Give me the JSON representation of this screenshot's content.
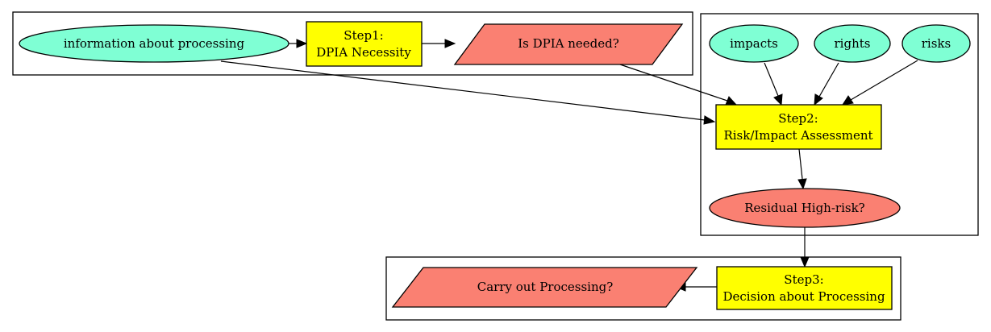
{
  "colors": {
    "data_node": "#7fffd4",
    "step_node": "#ffff00",
    "decision_node": "#fa8072",
    "stroke": "#000000",
    "background": "#ffffff"
  },
  "nodes": {
    "info": {
      "label": "information about processing"
    },
    "step1": {
      "line1": "Step1:",
      "line2": "DPIA Necessity"
    },
    "dpia_needed": {
      "label": "Is DPIA needed?"
    },
    "impacts": {
      "label": "impacts"
    },
    "rights": {
      "label": "rights"
    },
    "risks": {
      "label": "risks"
    },
    "step2": {
      "line1": "Step2:",
      "line2": "Risk/Impact Assessment"
    },
    "residual": {
      "label": "Residual High-risk?"
    },
    "step3": {
      "line1": "Step3:",
      "line2": "Decision about Processing"
    },
    "carry_out": {
      "label": "Carry out Processing?"
    }
  }
}
